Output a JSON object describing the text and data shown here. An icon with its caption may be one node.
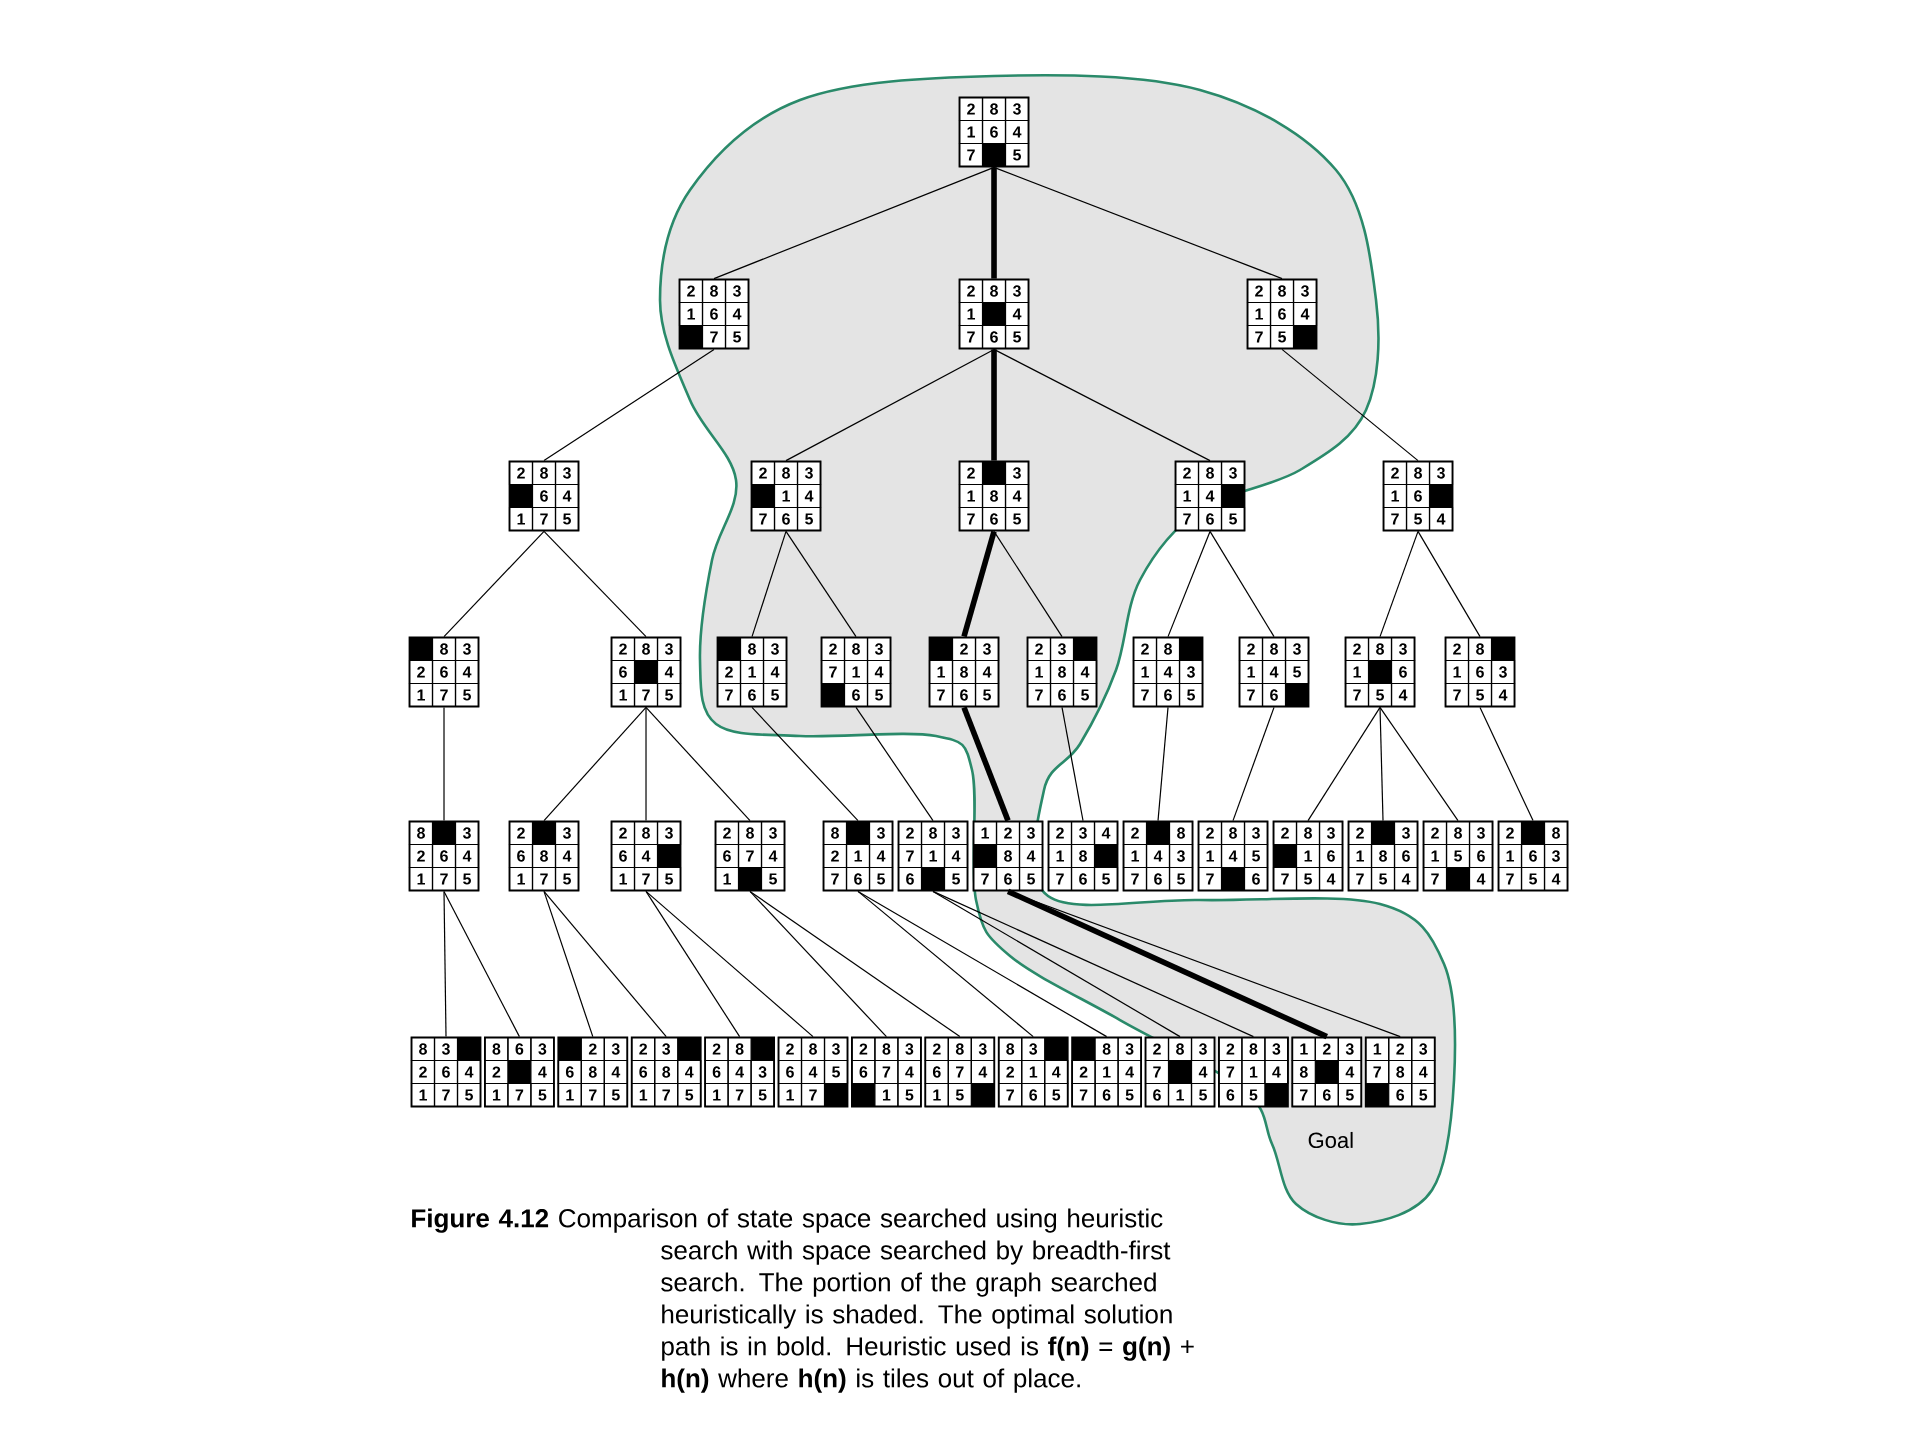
{
  "diagram": {
    "caption": "**Figure 4.12** Comparison of state space searched using heuristic search with space searched by breadth-first search. The portion of the graph searched heuristically is shaded. The optimal solution path is in bold. Heuristic used is **f(n)** = **g(n)** + **h(n)** where **h(n)** is tiles out of place.",
    "nodes": [
      {
        "text": [
          "2",
          "8",
          "3",
          "1",
          "6",
          "4",
          "7",
          "5"
        ]
      },
      {
        "text": [
          "2",
          "8",
          "3",
          "1",
          "6",
          "4",
          "7",
          "5"
        ]
      },
      {
        "text": [
          "2",
          "8",
          "3",
          "1",
          "4",
          "7",
          "6",
          "5"
        ]
      },
      {
        "text": [
          "2",
          "8",
          "3",
          "1",
          "6",
          "4",
          "7",
          "5"
        ]
      },
      {
        "text": [
          "2",
          "8",
          "3",
          "6",
          "4",
          "1",
          "7",
          "5"
        ]
      },
      {
        "text": [
          "2",
          "8",
          "3",
          "1",
          "4",
          "7",
          "6",
          "5"
        ]
      },
      {
        "text": [
          "2",
          "3",
          "1",
          "8",
          "4",
          "7",
          "6",
          "5"
        ]
      },
      {
        "text": [
          "2",
          "8",
          "3",
          "1",
          "4",
          "7",
          "6",
          "5"
        ]
      },
      {
        "text": [
          "2",
          "8",
          "3",
          "1",
          "6",
          "7",
          "5",
          "4"
        ]
      },
      {
        "text": [
          "8",
          "3",
          "2",
          "6",
          "4",
          "1",
          "7",
          "5"
        ]
      },
      {
        "text": [
          "2",
          "8",
          "3",
          "6",
          "4",
          "1",
          "7",
          "5"
        ]
      },
      {
        "text": [
          "8",
          "3",
          "2",
          "1",
          "4",
          "7",
          "6",
          "5"
        ]
      },
      {
        "text": [
          "2",
          "8",
          "3",
          "7",
          "1",
          "4",
          "6",
          "5"
        ]
      },
      {
        "text": [
          "2",
          "3",
          "1",
          "8",
          "4",
          "7",
          "6",
          "5"
        ]
      },
      {
        "text": [
          "2",
          "3",
          "1",
          "8",
          "4",
          "7",
          "6",
          "5"
        ]
      },
      {
        "text": [
          "2",
          "8",
          "1",
          "4",
          "3",
          "7",
          "6",
          "5"
        ]
      },
      {
        "text": [
          "2",
          "8",
          "3",
          "1",
          "4",
          "5",
          "7",
          "6"
        ]
      },
      {
        "text": [
          "2",
          "8",
          "3",
          "1",
          "6",
          "7",
          "5",
          "4"
        ]
      },
      {
        "text": [
          "2",
          "8",
          "1",
          "6",
          "3",
          "7",
          "5",
          "4"
        ]
      },
      {
        "text": [
          "8",
          "3",
          "2",
          "6",
          "4",
          "1",
          "7",
          "5"
        ]
      },
      {
        "text": [
          "2",
          "3",
          "6",
          "8",
          "4",
          "1",
          "7",
          "5"
        ]
      },
      {
        "text": [
          "2",
          "8",
          "3",
          "6",
          "4",
          "1",
          "7",
          "5"
        ]
      },
      {
        "text": [
          "2",
          "8",
          "3",
          "6",
          "7",
          "4",
          "1",
          "5"
        ]
      },
      {
        "text": [
          "8",
          "3",
          "2",
          "1",
          "4",
          "7",
          "6",
          "5"
        ]
      },
      {
        "text": [
          "2",
          "8",
          "3",
          "7",
          "1",
          "4",
          "6",
          "5"
        ]
      },
      {
        "text": [
          "1",
          "2",
          "3",
          "8",
          "4",
          "7",
          "6",
          "5"
        ]
      },
      {
        "text": [
          "2",
          "3",
          "4",
          "1",
          "8",
          "7",
          "6",
          "5"
        ]
      },
      {
        "text": [
          "2",
          "8",
          "1",
          "4",
          "3",
          "7",
          "6",
          "5"
        ]
      },
      {
        "text": [
          "2",
          "8",
          "3",
          "1",
          "4",
          "5",
          "7",
          "6"
        ]
      },
      {
        "text": [
          "2",
          "8",
          "3",
          "1",
          "6",
          "7",
          "5",
          "4"
        ]
      },
      {
        "text": [
          "2",
          "3",
          "1",
          "8",
          "6",
          "7",
          "5",
          "4"
        ]
      },
      {
        "text": [
          "2",
          "8",
          "3",
          "1",
          "5",
          "6",
          "7",
          "4"
        ]
      },
      {
        "text": [
          "2",
          "8",
          "1",
          "6",
          "3",
          "7",
          "5",
          "4"
        ]
      },
      {
        "text": [
          "8",
          "3",
          "2",
          "6",
          "4",
          "1",
          "7",
          "5"
        ]
      },
      {
        "text": [
          "8",
          "6",
          "3",
          "2",
          "4",
          "1",
          "7",
          "5"
        ]
      },
      {
        "text": [
          "2",
          "3",
          "6",
          "8",
          "4",
          "1",
          "7",
          "5"
        ]
      },
      {
        "text": [
          "2",
          "3",
          "6",
          "8",
          "4",
          "1",
          "7",
          "5"
        ]
      },
      {
        "text": [
          "2",
          "8",
          "6",
          "4",
          "3",
          "1",
          "7",
          "5"
        ]
      },
      {
        "text": [
          "2",
          "8",
          "3",
          "6",
          "4",
          "5",
          "1",
          "7"
        ]
      },
      {
        "text": [
          "2",
          "8",
          "3",
          "6",
          "7",
          "4",
          "1",
          "5"
        ]
      },
      {
        "text": [
          "2",
          "8",
          "3",
          "6",
          "7",
          "4",
          "1",
          "5"
        ]
      },
      {
        "text": [
          "8",
          "3",
          "2",
          "1",
          "4",
          "7",
          "6",
          "5"
        ]
      },
      {
        "text": [
          "8",
          "3",
          "2",
          "1",
          "4",
          "7",
          "6",
          "5"
        ]
      },
      {
        "text": [
          "2",
          "8",
          "3",
          "7",
          "4",
          "6",
          "1",
          "5"
        ]
      },
      {
        "text": [
          "2",
          "8",
          "3",
          "7",
          "1",
          "4",
          "6",
          "5"
        ]
      },
      {
        "text": [
          "1",
          "2",
          "3",
          "8",
          "4",
          "7",
          "6",
          "5"
        ],
        "beside": [
          "Goal"
        ]
      },
      {
        "text": [
          "1",
          "2",
          "3",
          "7",
          "8",
          "4",
          "6",
          "5"
        ]
      }
    ],
    "edges": [
      {
        "from": 0,
        "to": 1,
        "arrow": "none"
      },
      {
        "from": 0,
        "to": 2,
        "arrow": "none",
        "style": "thick"
      },
      {
        "from": 0,
        "to": 3,
        "arrow": "none"
      },
      {
        "from": 1,
        "to": 4,
        "arrow": "none"
      },
      {
        "from": 2,
        "to": 5,
        "arrow": "none"
      },
      {
        "from": 2,
        "to": 6,
        "arrow": "none",
        "style": "thick"
      },
      {
        "from": 2,
        "to": 7,
        "arrow": "none"
      },
      {
        "from": 3,
        "to": 8,
        "arrow": "none"
      },
      {
        "from": 4,
        "to": 9,
        "arrow": "none"
      },
      {
        "from": 4,
        "to": 10,
        "arrow": "none"
      },
      {
        "from": 5,
        "to": 11,
        "arrow": "none"
      },
      {
        "from": 5,
        "to": 12,
        "arrow": "none"
      },
      {
        "from": 6,
        "to": 13,
        "arrow": "none",
        "style": "thick"
      },
      {
        "from": 6,
        "to": 14,
        "arrow": "none"
      },
      {
        "from": 7,
        "to": 15,
        "arrow": "none"
      },
      {
        "from": 7,
        "to": 16,
        "arrow": "none"
      },
      {
        "from": 8,
        "to": 17,
        "arrow": "none"
      },
      {
        "from": 8,
        "to": 18,
        "arrow": "none"
      },
      {
        "from": 9,
        "to": 19,
        "arrow": "none"
      },
      {
        "from": 10,
        "to": 20,
        "arrow": "none"
      },
      {
        "from": 10,
        "to": 21,
        "arrow": "none"
      },
      {
        "from": 10,
        "to": 22,
        "arrow": "none"
      },
      {
        "from": 11,
        "to": 23,
        "arrow": "none"
      },
      {
        "from": 12,
        "to": 24,
        "arrow": "none"
      },
      {
        "from": 13,
        "to": 25,
        "arrow": "none",
        "style": "thick"
      },
      {
        "from": 14,
        "to": 26,
        "arrow": "none"
      },
      {
        "from": 15,
        "to": 27,
        "arrow": "none"
      },
      {
        "from": 16,
        "to": 28,
        "arrow": "none"
      },
      {
        "from": 17,
        "to": 29,
        "arrow": "none"
      },
      {
        "from": 17,
        "to": 30,
        "arrow": "none"
      },
      {
        "from": 17,
        "to": 31,
        "arrow": "none"
      },
      {
        "from": 18,
        "to": 32,
        "arrow": "none"
      },
      {
        "from": 19,
        "to": 33,
        "arrow": "none"
      },
      {
        "from": 19,
        "to": 34,
        "arrow": "none"
      },
      {
        "from": 20,
        "to": 35,
        "arrow": "none"
      },
      {
        "from": 20,
        "to": 36,
        "arrow": "none"
      },
      {
        "from": 21,
        "to": 37,
        "arrow": "none"
      },
      {
        "from": 21,
        "to": 38,
        "arrow": "none"
      },
      {
        "from": 22,
        "to": 39,
        "arrow": "none"
      },
      {
        "from": 22,
        "to": 40,
        "arrow": "none"
      },
      {
        "from": 23,
        "to": 41,
        "arrow": "none"
      },
      {
        "from": 23,
        "to": 42,
        "arrow": "none"
      },
      {
        "from": 24,
        "to": 43,
        "arrow": "none"
      },
      {
        "from": 24,
        "to": 44,
        "arrow": "none"
      },
      {
        "from": 25,
        "to": 45,
        "arrow": "none",
        "style": "thick"
      },
      {
        "from": 25,
        "to": 46,
        "arrow": "none"
      }
    ]
  }
}
